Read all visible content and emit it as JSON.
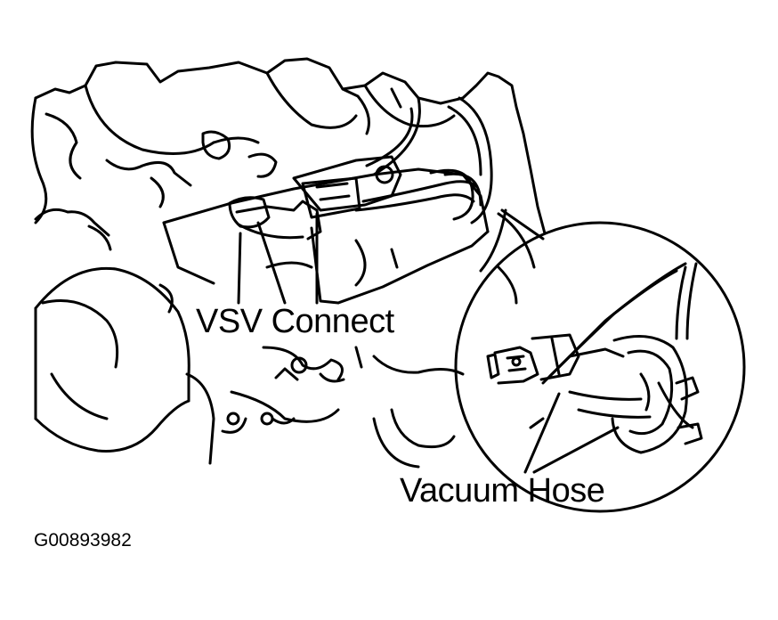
{
  "labels": {
    "vsv_connect": "VSV Connect",
    "vacuum_hose": "Vacuum Hose",
    "figure_id": "G00893982"
  },
  "colors": {
    "line": "#000000",
    "background": "#ffffff"
  }
}
